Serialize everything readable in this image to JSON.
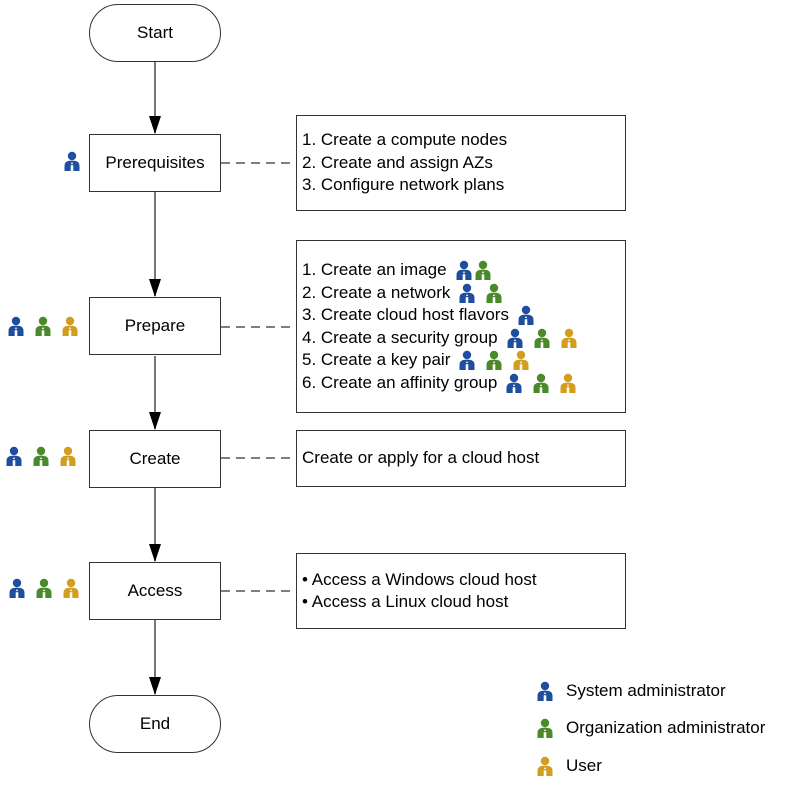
{
  "colors": {
    "system_admin": "#1F4E9E",
    "org_admin": "#4A8A2A",
    "user": "#D39D1E",
    "stroke": "#333333",
    "connector": "#777777"
  },
  "flow": {
    "start": "Start",
    "end": "End",
    "steps": [
      {
        "id": "prerequisites",
        "label": "Prerequisites",
        "roles": [
          "system_admin"
        ],
        "note": [
          {
            "text": "1. Create a compute nodes",
            "roles": []
          },
          {
            "text": "2. Create and assign AZs",
            "roles": []
          },
          {
            "text": "3. Configure network plans",
            "roles": []
          }
        ]
      },
      {
        "id": "prepare",
        "label": "Prepare",
        "roles": [
          "system_admin",
          "org_admin",
          "user"
        ],
        "note": [
          {
            "text": "1. Create an image",
            "roles": [
              "system_admin",
              "org_admin"
            ]
          },
          {
            "text": "2. Create a network",
            "roles": [
              "system_admin",
              "org_admin"
            ]
          },
          {
            "text": "3. Create cloud host flavors",
            "roles": [
              "system_admin"
            ]
          },
          {
            "text": "4. Create a security group",
            "roles": [
              "system_admin",
              "org_admin",
              "user"
            ]
          },
          {
            "text": "5. Create a key pair",
            "roles": [
              "system_admin",
              "org_admin",
              "user"
            ]
          },
          {
            "text": "6. Create an affinity group",
            "roles": [
              "system_admin",
              "org_admin",
              "user"
            ]
          }
        ]
      },
      {
        "id": "create",
        "label": "Create",
        "roles": [
          "system_admin",
          "org_admin",
          "user"
        ],
        "note": [
          {
            "text": "Create or apply for a cloud host",
            "roles": []
          }
        ]
      },
      {
        "id": "access",
        "label": "Access",
        "roles": [
          "system_admin",
          "org_admin",
          "user"
        ],
        "note": [
          {
            "text": "• Access a Windows cloud host",
            "roles": []
          },
          {
            "text": "• Access a Linux cloud host",
            "roles": []
          }
        ]
      }
    ]
  },
  "legend": [
    {
      "role": "system_admin",
      "label": "System administrator",
      "icon": "person-icon"
    },
    {
      "role": "org_admin",
      "label": "Organization administrator",
      "icon": "person-icon"
    },
    {
      "role": "user",
      "label": "User",
      "icon": "person-icon"
    }
  ]
}
